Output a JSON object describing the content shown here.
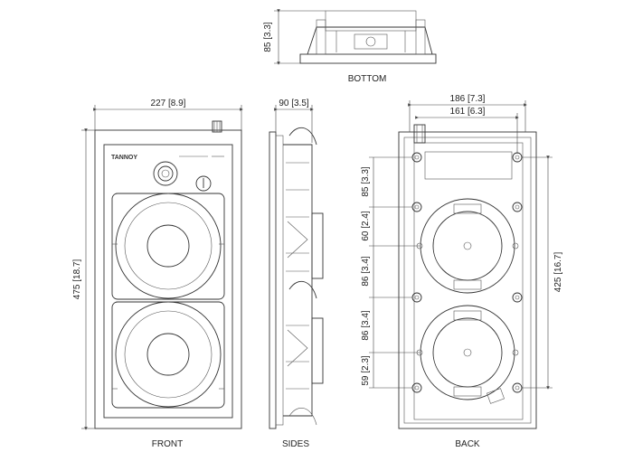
{
  "brand": "TANNOY",
  "views": {
    "bottom": "BOTTOM",
    "front": "FRONT",
    "sides": "SIDES",
    "back": "BACK"
  },
  "dimensions": {
    "bottom_height": "85 [3.3]",
    "front_width": "227 [8.9]",
    "front_height": "475 [18.7]",
    "side_depth": "90 [3.5]",
    "back_width_outer": "186 [7.3]",
    "back_width_inner": "161 [6.3]",
    "back_height": "425 [16.7]",
    "back_v1": "85 [3.3]",
    "back_v2": "60 [2.4]",
    "back_v3": "86 [3.4]",
    "back_v4": "86 [3.4]",
    "back_v5": "59 [2.3]"
  }
}
